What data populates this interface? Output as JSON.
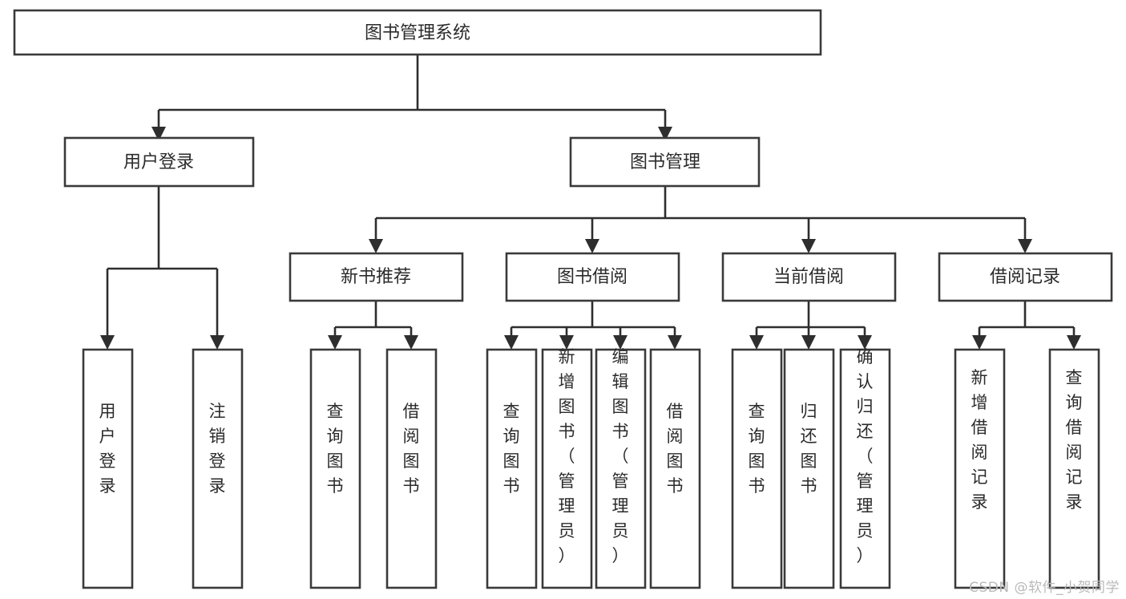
{
  "diagram": {
    "type": "tree-hierarchy-chart",
    "title": "图书管理系统",
    "watermark": "CSDN @软件_小贺同学",
    "colors": {
      "box_border": "#3a3a3a",
      "connector": "#2e2e2e",
      "background": "#ffffff",
      "text": "#2b2b2b",
      "watermark": "#b9b9b9"
    },
    "nodes": {
      "root": {
        "label": "图书管理系统"
      },
      "level2": [
        {
          "id": "user-login",
          "label": "用户登录"
        },
        {
          "id": "book-management",
          "label": "图书管理"
        }
      ],
      "level3": [
        {
          "id": "new-book-recommend",
          "label": "新书推荐"
        },
        {
          "id": "book-borrow",
          "label": "图书借阅"
        },
        {
          "id": "current-borrow",
          "label": "当前借阅"
        },
        {
          "id": "borrow-record",
          "label": "借阅记录"
        }
      ],
      "leaves": {
        "user-login": [
          {
            "id": "user-login-leaf",
            "label": "用户登录"
          },
          {
            "id": "logout-leaf",
            "label": "注销登录"
          }
        ],
        "new-book-recommend": [
          {
            "id": "query-book-1",
            "label": "查询图书"
          },
          {
            "id": "borrow-book-1",
            "label": "借阅图书"
          }
        ],
        "book-borrow": [
          {
            "id": "query-book-2",
            "label": "查询图书"
          },
          {
            "id": "add-book",
            "label": "新增图书（管理员）"
          },
          {
            "id": "edit-book",
            "label": "编辑图书（管理员）"
          },
          {
            "id": "borrow-book-2",
            "label": "借阅图书"
          }
        ],
        "current-borrow": [
          {
            "id": "query-book-3",
            "label": "查询图书"
          },
          {
            "id": "return-book",
            "label": "归还图书"
          },
          {
            "id": "confirm-return",
            "label": "确认归还（管理员）"
          }
        ],
        "borrow-record": [
          {
            "id": "add-borrow-record",
            "label": "新增借阅记录"
          },
          {
            "id": "query-borrow-record",
            "label": "查询借阅记录"
          }
        ]
      }
    }
  }
}
